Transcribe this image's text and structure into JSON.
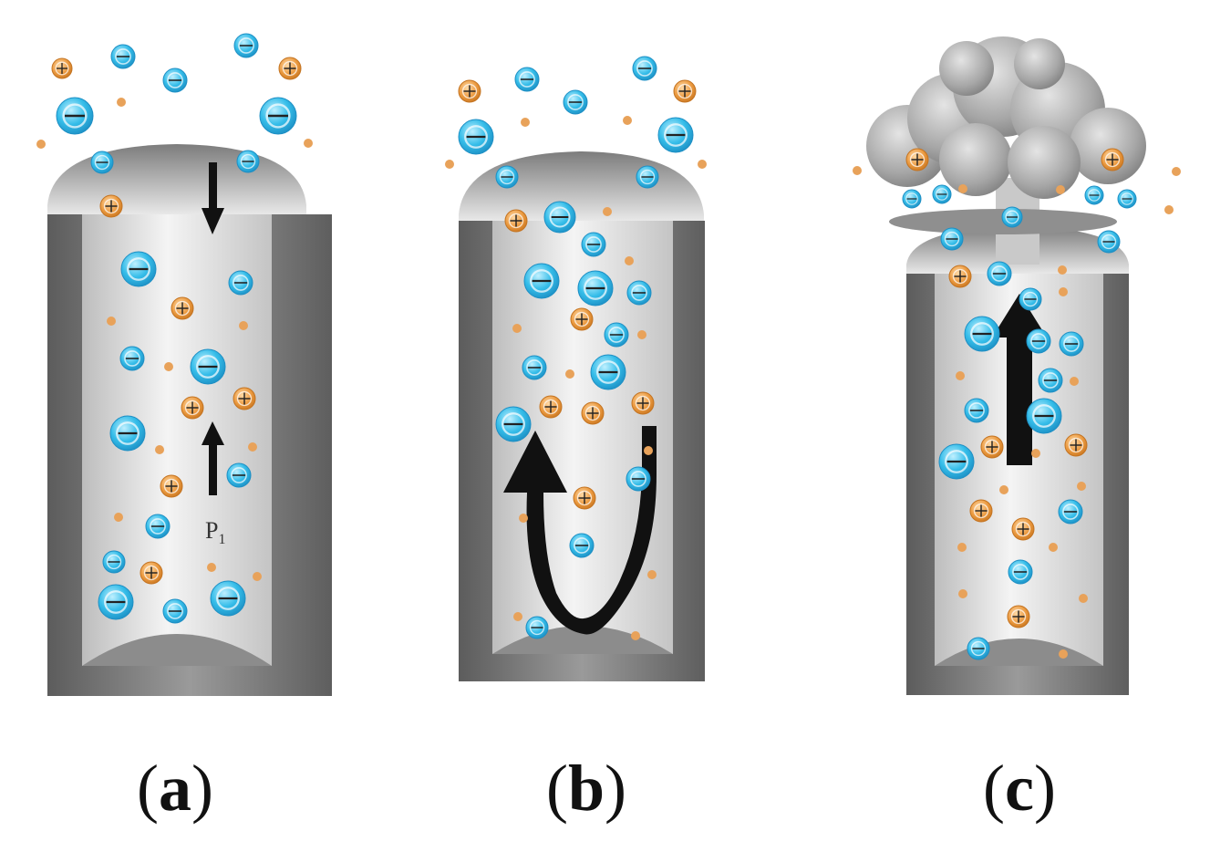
{
  "panels": [
    {
      "id": "a",
      "label_open": "(",
      "label_letter": "a",
      "label_close": ")",
      "annotation": "P",
      "annotation_sub": "1"
    },
    {
      "id": "b",
      "label_open": "(",
      "label_letter": "b",
      "label_close": ")"
    },
    {
      "id": "c",
      "label_open": "(",
      "label_letter": "c",
      "label_close": ")"
    }
  ],
  "colors": {
    "cylinder_wall_dark": "#6f6f6f",
    "cylinder_wall_light": "#c8c8c8",
    "cylinder_inner": "#e6e6e6",
    "electron": "#2fb6e6",
    "ion": "#e6953a",
    "arrow": "#111111",
    "cloud": "#9a9a9a"
  },
  "icons": {
    "electron": "minus-particle-icon",
    "positive_ion": "plus-particle-icon",
    "plasma_cloud": "mushroom-cloud-icon"
  }
}
